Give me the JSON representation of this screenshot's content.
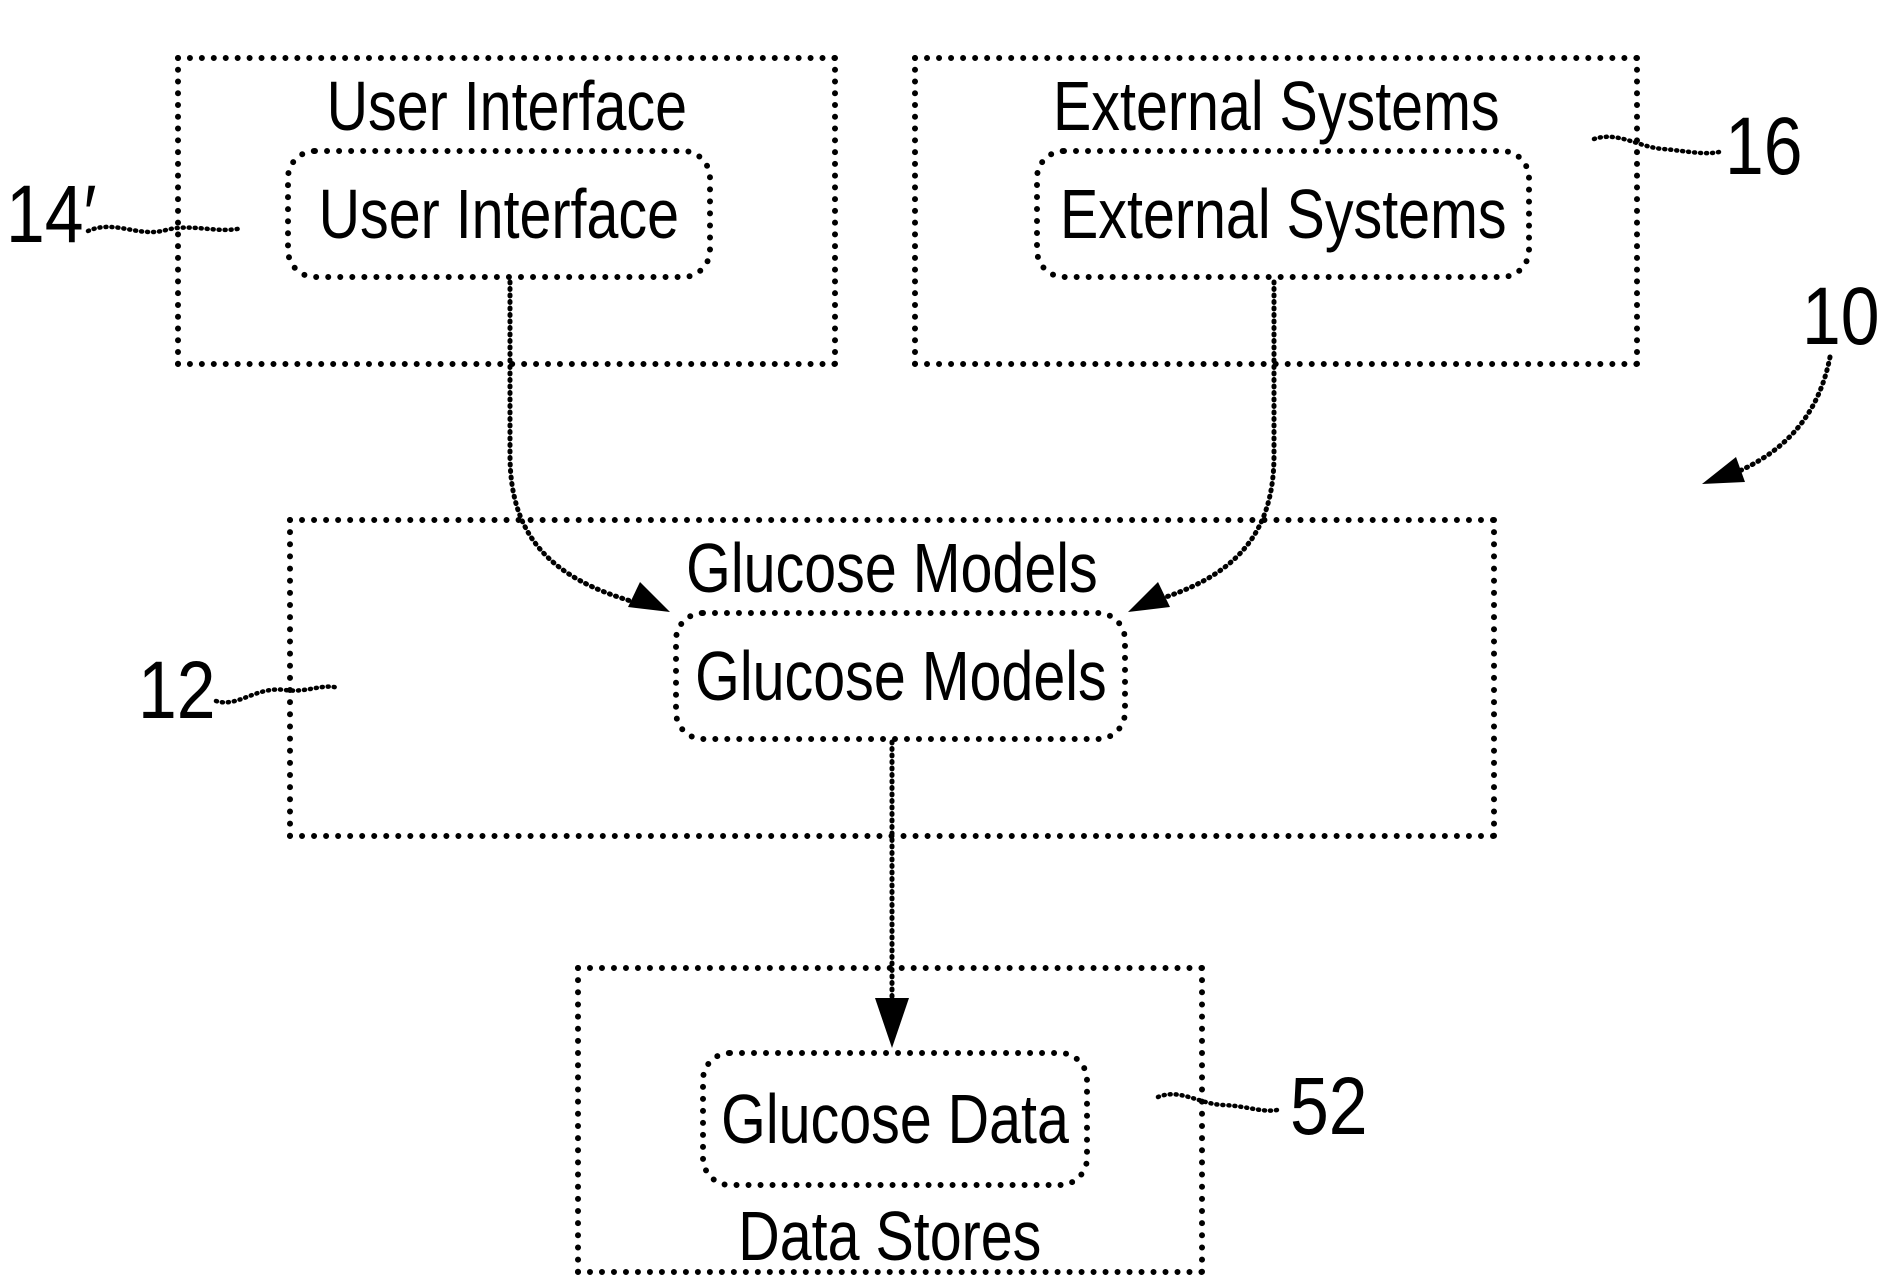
{
  "figure": {
    "system_ref": "10",
    "boxes": {
      "user_interface": {
        "title": "User Interface",
        "inner_label": "User Interface",
        "ref": "14′"
      },
      "external_systems": {
        "title": "External Systems",
        "inner_label": "External Systems",
        "ref": "16"
      },
      "glucose_models": {
        "title": "Glucose Models",
        "inner_label": "Glucose Models",
        "ref": "12"
      },
      "data_stores": {
        "title": "Data Stores",
        "inner_label": "Glucose Data",
        "ref": "52"
      }
    },
    "connections": [
      {
        "from": "User Interface",
        "to": "Glucose Models"
      },
      {
        "from": "External Systems",
        "to": "Glucose Models"
      },
      {
        "from": "Glucose Models",
        "to": "Glucose Data"
      }
    ],
    "colors": {
      "ink": "#000000",
      "background": "#ffffff"
    }
  }
}
